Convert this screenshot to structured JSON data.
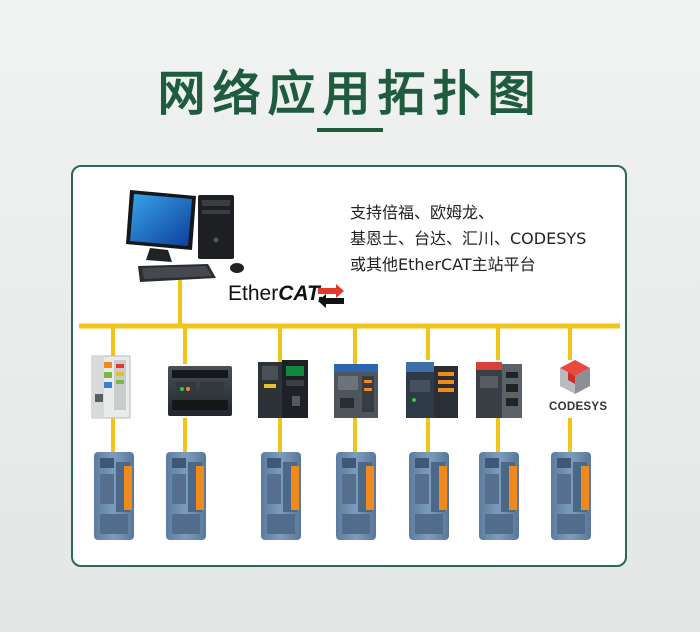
{
  "page": {
    "title": "网络应用拓扑图"
  },
  "colors": {
    "title_green": "#1f5c3f",
    "panel_border": "#2b6a4a",
    "bus_yellow": "#f2c318",
    "module_blue": "#6f8fb0",
    "terminal_orange": "#f08a1c"
  },
  "master": {
    "icon": "desktop-computer-icon",
    "protocol_logo": {
      "part1": "Ether",
      "part2": "CAT",
      "mark": "."
    },
    "note_lines": [
      "支持倍福、欧姆龙、",
      "基恩士、台达、汇川、CODESYS",
      "或其他EtherCAT主站平台"
    ]
  },
  "controllers": [
    {
      "icon": "beckhoff-plc-icon"
    },
    {
      "icon": "omron-plc-icon"
    },
    {
      "icon": "keyence-plc-icon"
    },
    {
      "icon": "delta-plc-icon"
    },
    {
      "icon": "inovance-plc-icon"
    },
    {
      "icon": "inovance-plc-icon-2"
    },
    {
      "icon": "codesys-logo-icon",
      "label": "CODESYS"
    }
  ],
  "slave_modules": [
    {
      "icon": "io-module-icon"
    },
    {
      "icon": "io-module-icon"
    },
    {
      "icon": "io-module-icon"
    },
    {
      "icon": "io-module-icon"
    },
    {
      "icon": "io-module-icon"
    },
    {
      "icon": "io-module-icon"
    },
    {
      "icon": "io-module-icon"
    }
  ]
}
